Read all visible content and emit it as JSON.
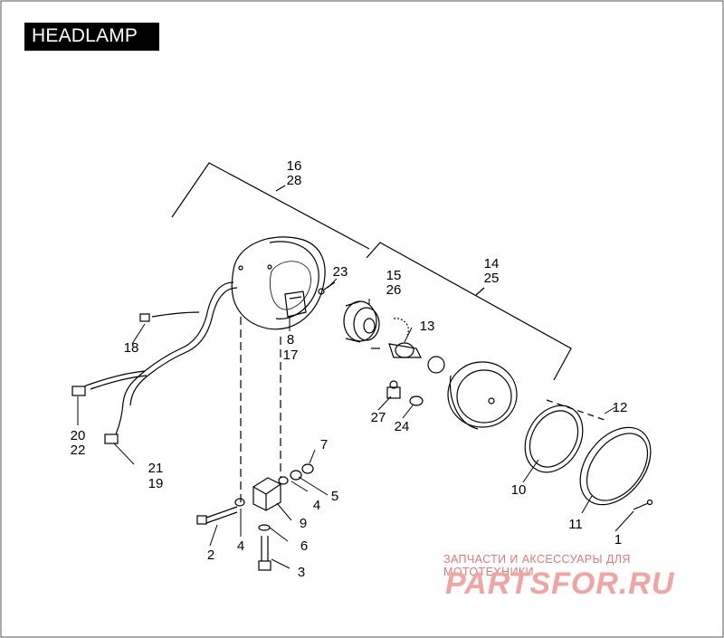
{
  "title": "HEADLAMP",
  "callouts": {
    "c1": "1",
    "c2": "2",
    "c3": "3",
    "c4a": "4",
    "c4b": "4",
    "c5": "5",
    "c6": "6",
    "c7": "7",
    "c8": "8",
    "c9": "9",
    "c10": "10",
    "c11": "11",
    "c12": "12",
    "c13": "13",
    "c14": "14",
    "c15": "15",
    "c16": "16",
    "c17": "17",
    "c18": "18",
    "c19": "19",
    "c20": "20",
    "c21": "21",
    "c22": "22",
    "c23": "23",
    "c24": "24",
    "c25": "25",
    "c26": "26",
    "c27": "27",
    "c28": "28"
  },
  "watermark": {
    "line1": "ЗАПЧАСТИ И АКСЕССУАРЫ ДЛЯ МОТОТЕХНИКИ",
    "line2": "PARTSFOR.RU"
  },
  "colors": {
    "ink": "#000000",
    "paper": "#ffffff",
    "watermark": "#e88a8a"
  }
}
